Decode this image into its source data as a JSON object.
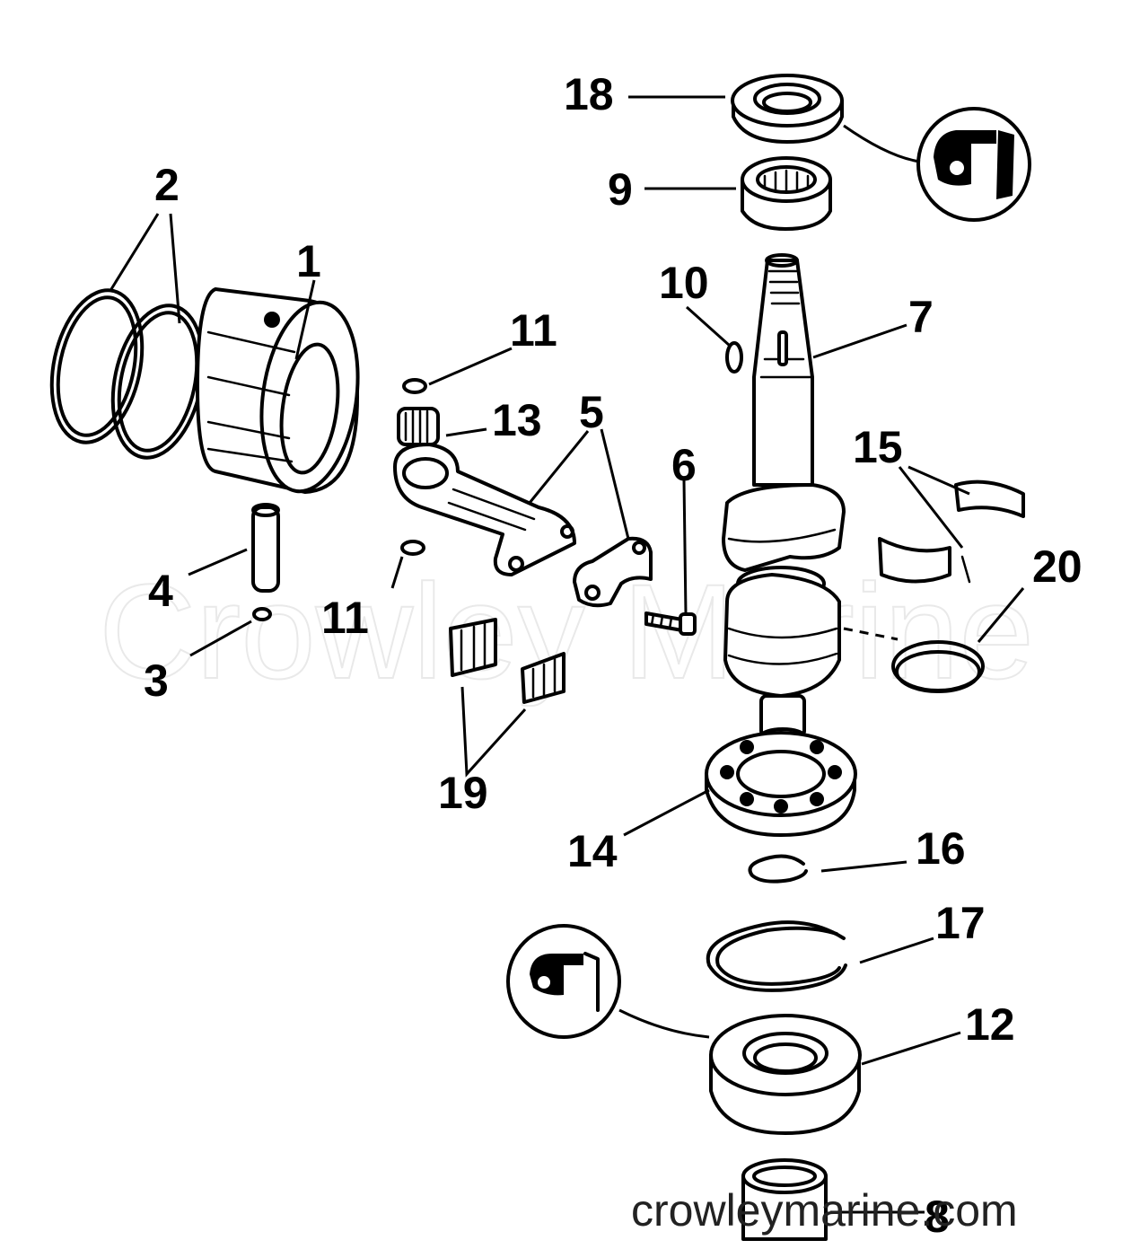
{
  "watermark": "Crowley Marine",
  "footer": "crowleymarine.com",
  "callouts": [
    {
      "id": "1",
      "text": "1"
    },
    {
      "id": "2",
      "text": "2"
    },
    {
      "id": "3",
      "text": "3"
    },
    {
      "id": "4",
      "text": "4"
    },
    {
      "id": "5",
      "text": "5"
    },
    {
      "id": "6",
      "text": "6"
    },
    {
      "id": "7",
      "text": "7"
    },
    {
      "id": "8",
      "text": "8"
    },
    {
      "id": "9",
      "text": "9"
    },
    {
      "id": "10",
      "text": "10"
    },
    {
      "id": "11a",
      "text": "11"
    },
    {
      "id": "11b",
      "text": "11"
    },
    {
      "id": "12",
      "text": "12"
    },
    {
      "id": "13",
      "text": "13"
    },
    {
      "id": "14",
      "text": "14"
    },
    {
      "id": "15",
      "text": "15"
    },
    {
      "id": "16",
      "text": "16"
    },
    {
      "id": "17",
      "text": "17"
    },
    {
      "id": "18",
      "text": "18"
    },
    {
      "id": "19",
      "text": "19"
    },
    {
      "id": "20",
      "text": "20"
    }
  ]
}
